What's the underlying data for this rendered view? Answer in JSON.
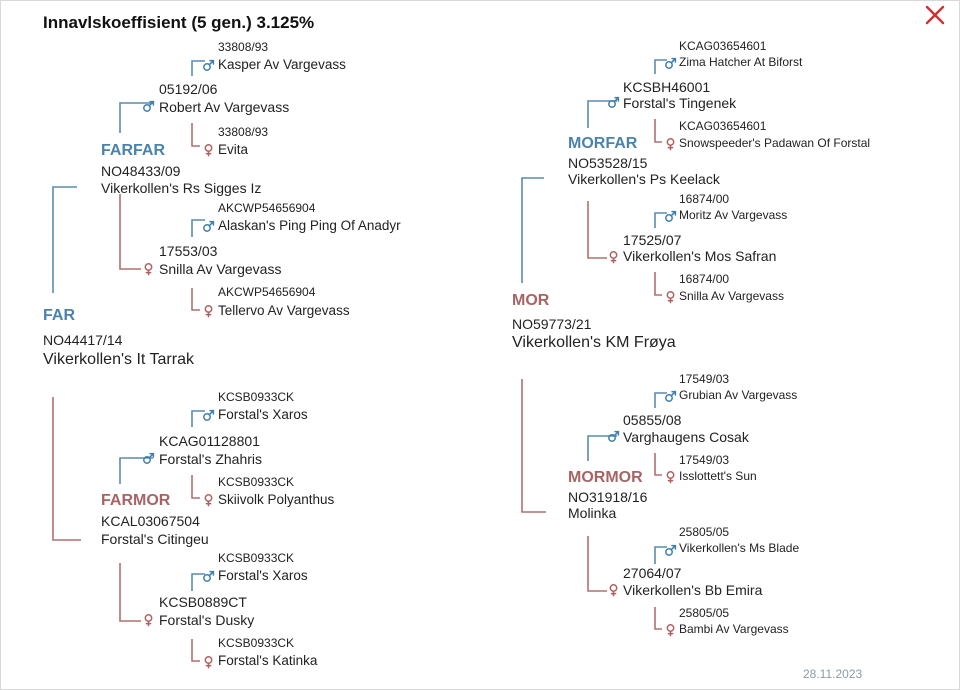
{
  "header": {
    "title": "Innavlskoeffisient (5 gen.) 3.125%",
    "close": "close-icon"
  },
  "date": "28.11.2023",
  "colors": {
    "male": "#5b8cae",
    "female": "#b07070",
    "male_label": "#4a83ad",
    "female_label": "#a86464",
    "close": "#d03030"
  },
  "icons": {
    "male": "male-symbol-icon",
    "female": "female-symbol-icon"
  },
  "sire": {
    "relation": "FAR",
    "reg": "NO44417/14",
    "name": "Vikerkollen's It Tarrak"
  },
  "dam": {
    "relation": "MOR",
    "reg": "NO59773/21",
    "name": "Vikerkollen's KM Frøya"
  },
  "farfar": {
    "relation": "FARFAR",
    "reg": "NO48433/09",
    "name": "Vikerkollen's Rs Sigges Iz"
  },
  "farmor": {
    "relation": "FARMOR",
    "reg": "KCAL03067504",
    "name": "Forstal's Citingeu"
  },
  "morfar": {
    "relation": "MORFAR",
    "reg": "NO53528/15",
    "name": "Vikerkollen's Ps Keelack"
  },
  "mormor": {
    "relation": "MORMOR",
    "reg": "NO31918/16",
    "name": "Molinka"
  },
  "gen3": {
    "ff_sire": {
      "reg": "05192/06",
      "name": "Robert Av Vargevass"
    },
    "ff_dam": {
      "reg": "17553/03",
      "name": "Snilla Av Vargevass"
    },
    "fm_sire": {
      "reg": "KCAG01128801",
      "name": "Forstal's Zhahris"
    },
    "fm_dam": {
      "reg": "KCSB0889CT",
      "name": "Forstal's Dusky"
    },
    "mf_sire": {
      "reg": "KCSBH46001",
      "name": "Forstal's Tingenek"
    },
    "mf_dam": {
      "reg": "17525/07",
      "name": "Vikerkollen's Mos Safran"
    },
    "mm_sire": {
      "reg": "05855/08",
      "name": "Varghaugens Cosak"
    },
    "mm_dam": {
      "reg": "27064/07",
      "name": "Vikerkollen's Bb Emira"
    }
  },
  "gen4": {
    "ffs_sire": {
      "reg": "33808/93",
      "name": "Kasper Av Vargevass"
    },
    "ffs_dam": {
      "reg": "33808/93",
      "name": "Evita"
    },
    "ffd_sire": {
      "reg": "AKCWP54656904",
      "name": "Alaskan's Ping Ping Of Anadyr"
    },
    "ffd_dam": {
      "reg": "AKCWP54656904",
      "name": "Tellervo Av Vargevass"
    },
    "fms_sire": {
      "reg": "KCSB0933CK",
      "name": "Forstal's Xaros"
    },
    "fms_dam": {
      "reg": "KCSB0933CK",
      "name": "Skiivolk Polyanthus"
    },
    "fmd_sire": {
      "reg": "KCSB0933CK",
      "name": "Forstal's Xaros"
    },
    "fmd_dam": {
      "reg": "KCSB0933CK",
      "name": "Forstal's Katinka"
    },
    "mfs_sire": {
      "reg": "KCAG03654601",
      "name": "Zima Hatcher At Biforst"
    },
    "mfs_dam": {
      "reg": "KCAG03654601",
      "name": "Snowspeeder's Padawan Of Forstal"
    },
    "mfd_sire": {
      "reg": "16874/00",
      "name": "Moritz Av Vargevass"
    },
    "mfd_dam": {
      "reg": "16874/00",
      "name": "Snilla Av Vargevass"
    },
    "mms_sire": {
      "reg": "17549/03",
      "name": "Grubian Av Vargevass"
    },
    "mms_dam": {
      "reg": "17549/03",
      "name": "Isslottett's Sun"
    },
    "mmd_sire": {
      "reg": "25805/05",
      "name": "Vikerkollen's Ms Blade"
    },
    "mmd_dam": {
      "reg": "25805/05",
      "name": "Bambi Av Vargevass"
    }
  }
}
